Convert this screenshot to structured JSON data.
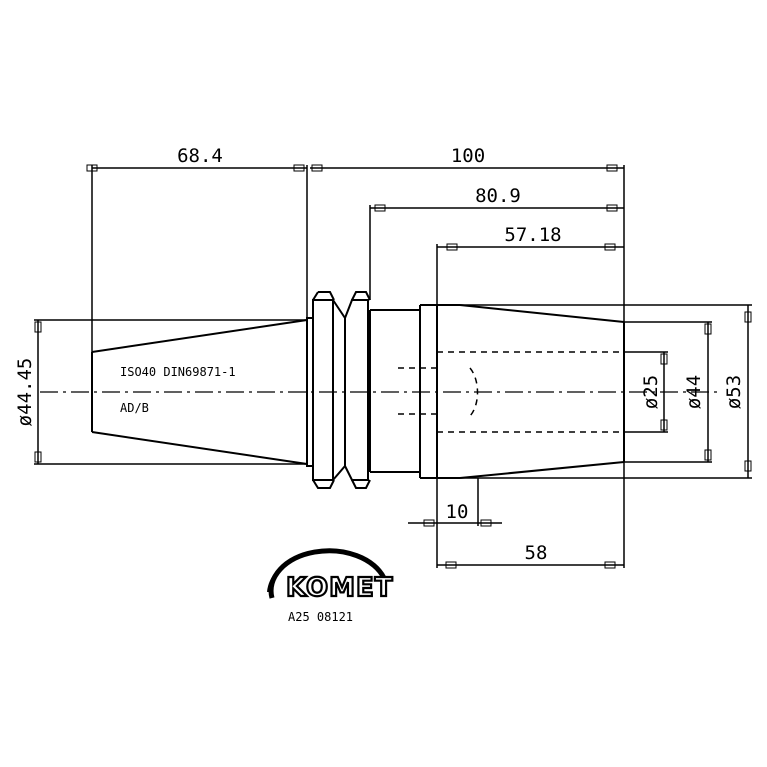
{
  "dimensions": {
    "d_68_4": "68.4",
    "d_100": "100",
    "d_80_9": "80.9",
    "d_57_18": "57.18",
    "d_44_45": "ø44.45",
    "d_25": "ø25",
    "d_44": "ø44",
    "d_53": "ø53",
    "d_10": "10",
    "d_58": "58"
  },
  "notes": {
    "standard": "ISO40 DIN69871-1",
    "form": "AD/B",
    "part_number": "A25 08121"
  },
  "logo": {
    "brand": "KOMET"
  }
}
